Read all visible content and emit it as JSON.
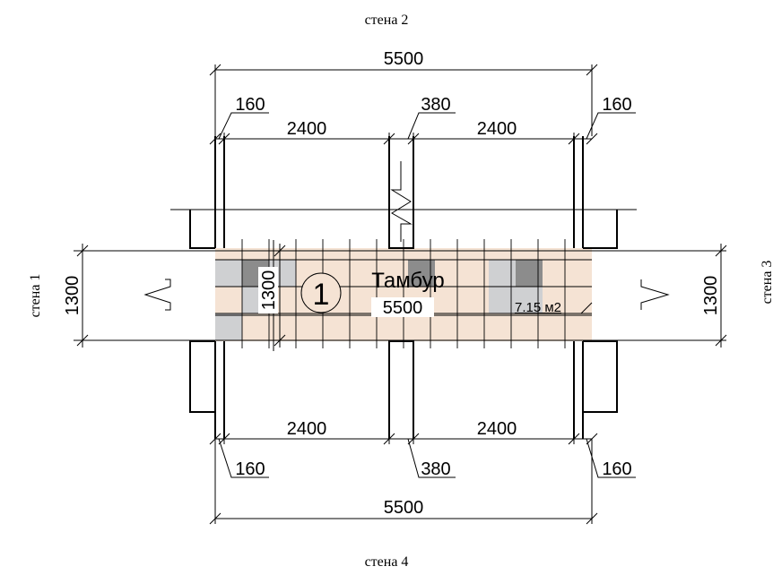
{
  "walls": {
    "top": "стена 2",
    "left": "стена 1",
    "right": "стена 3",
    "bottom": "стена 4"
  },
  "dimensions": {
    "top_total": "5500",
    "top_left_edge": "160",
    "top_center": "380",
    "top_right_edge": "160",
    "top_left_span": "2400",
    "top_right_span": "2400",
    "bottom_left_span": "2400",
    "bottom_right_span": "2400",
    "bottom_left_edge": "160",
    "bottom_center": "380",
    "bottom_right_edge": "160",
    "bottom_total": "5500",
    "left_height": "1300",
    "right_height": "1300",
    "inner_height": "1300",
    "inner_length": "5500"
  },
  "room": {
    "number": "1",
    "name": "Тамбур",
    "area": "7.15 м2"
  },
  "colors": {
    "floor": "#f5e3d4",
    "tile_light": "#cfd0d2",
    "tile_dark": "#8c8c8c",
    "line": "#000000",
    "background": "#ffffff"
  }
}
